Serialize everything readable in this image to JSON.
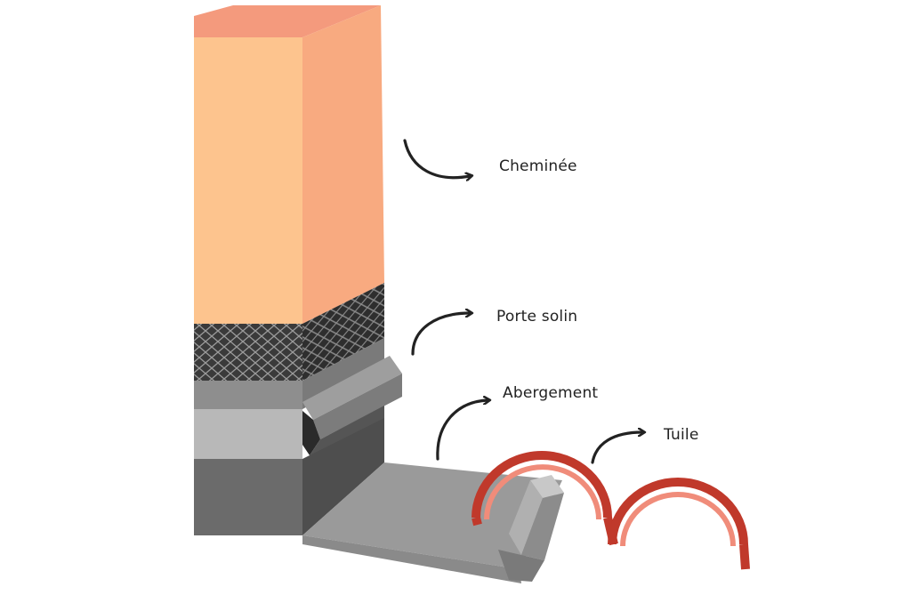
{
  "labels": {
    "cheminee": "Cheminée",
    "porte_solin": "Porte solin",
    "abergement": "Abergement",
    "tuile": "Tuile"
  },
  "colors": {
    "chimney_front": "#FDC48E",
    "chimney_side": "#F8AA80",
    "chimney_top": "#F49A7D",
    "mesh_band": "#3A3A3A",
    "metal_light": "#B8B8B8",
    "metal_mid": "#8E8E8E",
    "metal_dark": "#5C5C5C",
    "tile_outer": "#C0392B",
    "tile_inner": "#F08C7A",
    "arrow": "#222222"
  }
}
